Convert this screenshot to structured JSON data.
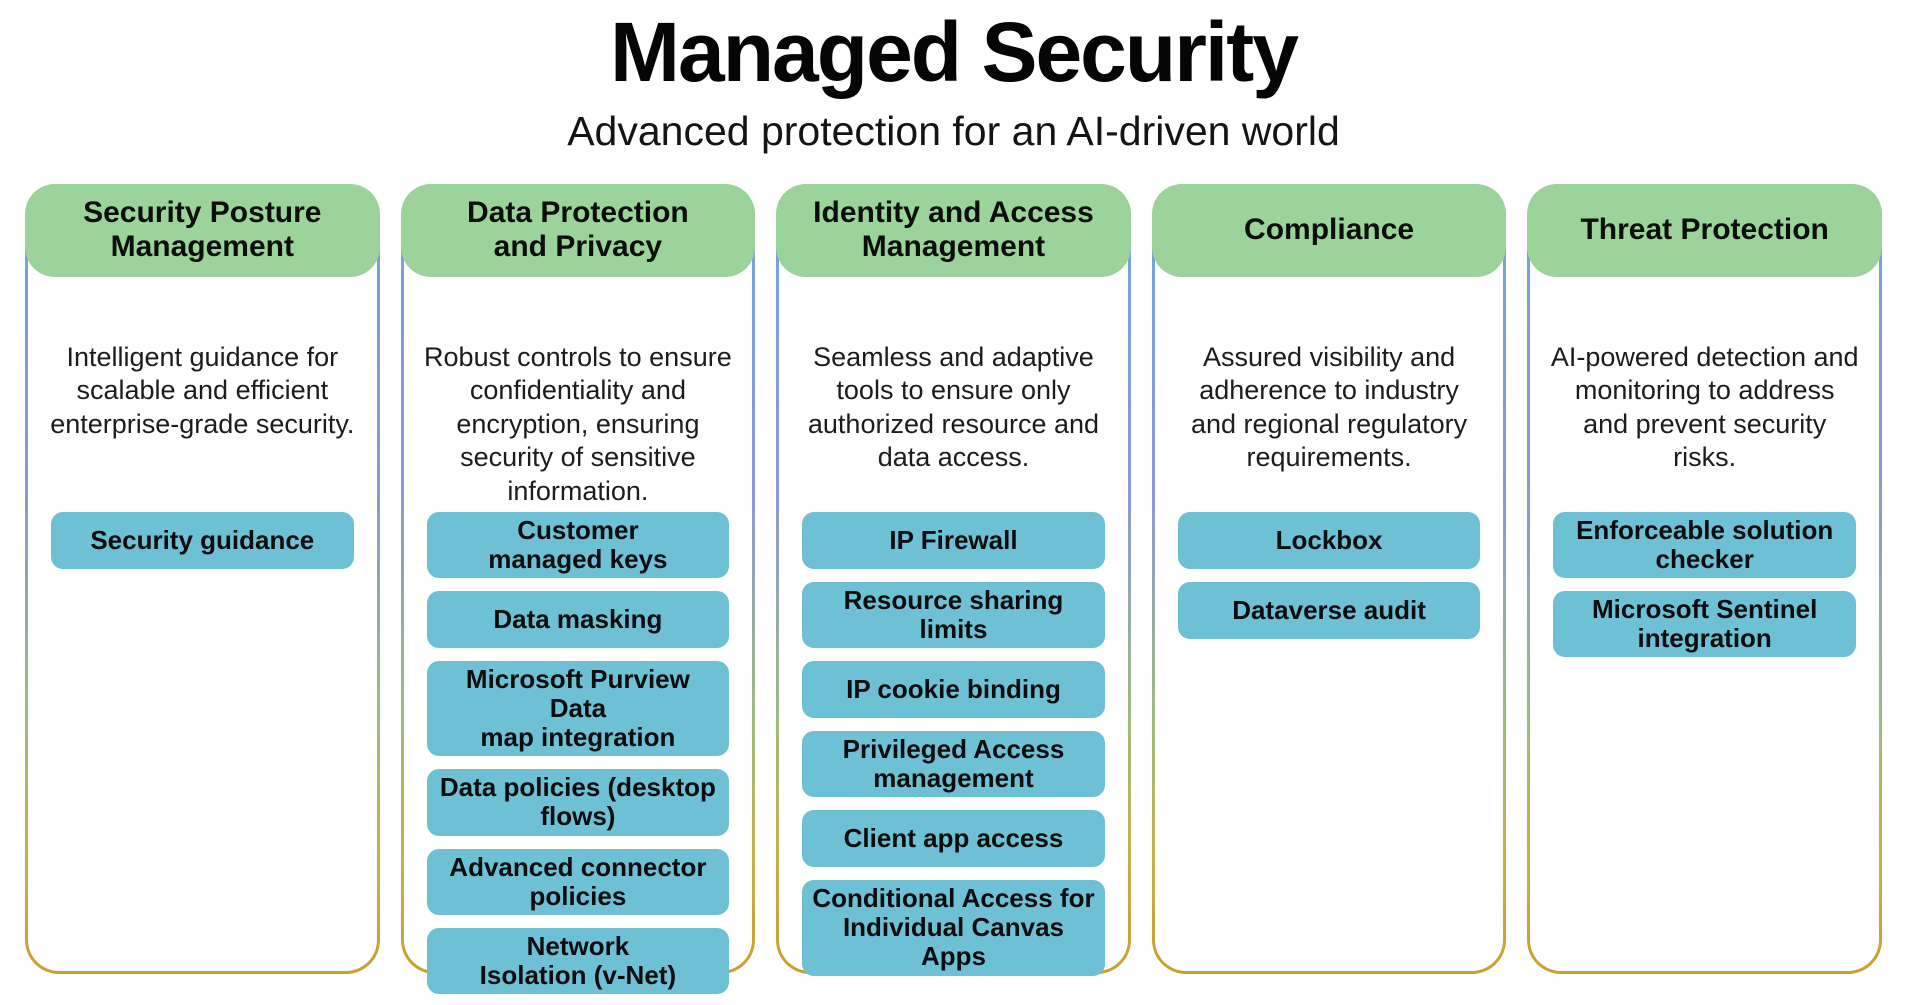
{
  "page": {
    "title": "Managed Security",
    "subtitle": "Advanced protection for an AI-driven world"
  },
  "colors": {
    "header_green": "#9BD39A",
    "item_blue": "#6EC0D4",
    "border_top": "#6FA6DA",
    "border_mid_blue": "#8C96D8",
    "border_mid_green": "#9FBC7E",
    "border_gold_hi": "#C3B24C",
    "border_bottom": "#C9A02F"
  },
  "columns": [
    {
      "title": "Security Posture\nManagement",
      "description": "Intelligent guidance for scalable and efficient enterprise-grade security.",
      "items": [
        "Security guidance"
      ]
    },
    {
      "title": "Data Protection\nand Privacy",
      "description": "Robust controls to ensure confidentiality and encryption, ensuring security of sensitive information.",
      "items": [
        "Customer\nmanaged keys",
        "Data masking",
        "Microsoft Purview Data\nmap integration",
        "Data policies (desktop\nflows)",
        "Advanced connector\npolicies",
        "Network\nIsolation (v-Net)"
      ]
    },
    {
      "title": "Identity and Access\nManagement",
      "description": "Seamless and adaptive tools to ensure only authorized resource and data access.",
      "items": [
        "IP Firewall",
        "Resource sharing limits",
        "IP cookie binding",
        "Privileged Access\nmanagement",
        "Client app access",
        "Conditional Access for\nIndividual Canvas Apps"
      ]
    },
    {
      "title": "Compliance",
      "description": "Assured visibility and adherence to industry and regional regulatory requirements.",
      "items": [
        "Lockbox",
        "Dataverse audit"
      ]
    },
    {
      "title": "Threat Protection",
      "description": "AI-powered detection and monitoring to address and prevent security risks.",
      "items": [
        "Enforceable solution\nchecker",
        "Microsoft Sentinel\nintegration"
      ]
    }
  ]
}
